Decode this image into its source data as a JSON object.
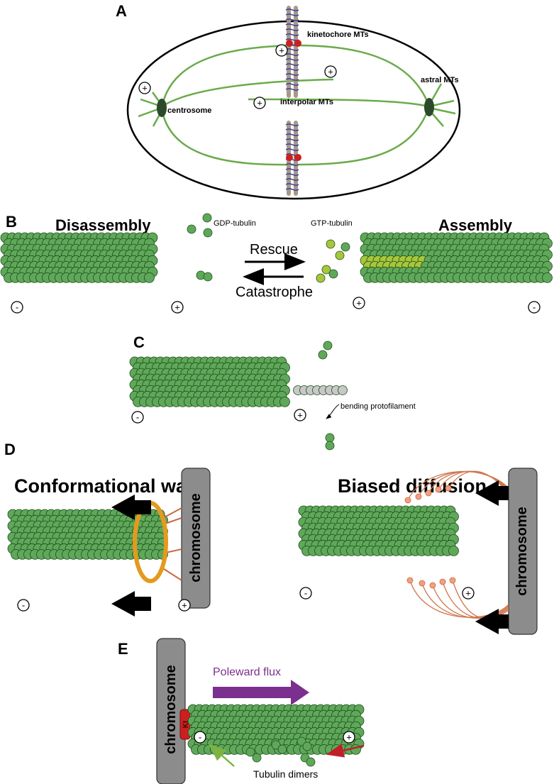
{
  "panels": {
    "a": {
      "letter": "A",
      "labels": {
        "kinetochore": "kinetochore MTs",
        "astral": "astral MTs",
        "centrosome": "centrosome",
        "interpolar": "interpolar MTs"
      },
      "symbols": [
        "+",
        "+",
        "+",
        "+"
      ]
    },
    "b": {
      "letter": "B",
      "disassembly": "Disassembly",
      "assembly": "Assembly",
      "gdp": "GDP-tubulin",
      "gtp": "GTP-tubulin",
      "rescue": "Rescue",
      "catastrophe": "Catastrophe",
      "symbols": [
        "-",
        "+",
        "+",
        "-"
      ]
    },
    "c": {
      "letter": "C",
      "bending": "bending protofilament",
      "symbols": [
        "-",
        "+"
      ]
    },
    "d": {
      "letter": "D",
      "conformational": "Conformational wave",
      "biased": "Biased diffusion",
      "chromosome": "chromosome",
      "symbols": [
        "-",
        "+",
        "-",
        "+"
      ]
    },
    "e": {
      "letter": "E",
      "poleward": "Poleward flux",
      "chromosome": "chromosome",
      "kt": "Kt",
      "dimers": "Tubulin dimers",
      "symbols": [
        "-",
        "+"
      ]
    }
  },
  "colors": {
    "gdp_tubulin": "#5fa85a",
    "gdp_tubulin_dark": "#3f8a3d",
    "gtp_tubulin": "#a7c63a",
    "spindle": "#6aab4a",
    "chromosome": "#8c8c8c",
    "kinetochore": "#cc1f1f",
    "wave_ring": "#e39a1f",
    "linker": "#d0764e",
    "flux_arrow": "#7b2f8e",
    "depoly_arrow": "#c0202a",
    "poly_arrow": "#7cb342",
    "bent_gray": "#c8c8c8"
  }
}
